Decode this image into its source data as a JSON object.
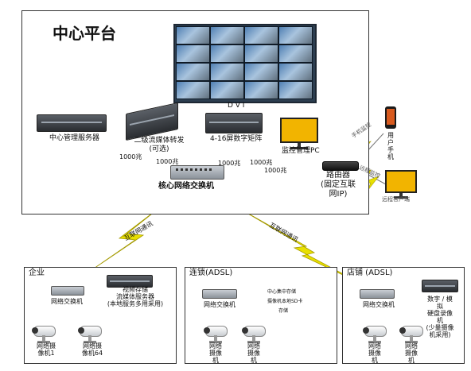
{
  "center": {
    "title": "中心平台",
    "dvi_label": "D V I",
    "devices": {
      "mgmt_server": "中心管理服务器",
      "media_server_line1": "二级流媒体转发",
      "media_server_line2": "(可选)",
      "matrix": "4-16屏数字矩阵",
      "monitor_pc": "监控管理PC",
      "core_switch": "核心网络交换机",
      "router_line1": "路由器",
      "router_line2": "(固定互联",
      "router_line3": "网IP)"
    },
    "links": {
      "l1": "1000兆",
      "l2": "1000兆",
      "l3": "1000兆",
      "l4": "1000兆",
      "l5": "1000兆"
    }
  },
  "remote": {
    "phone_link": "手机监控",
    "phone_label_1": "用",
    "phone_label_2": "户",
    "phone_label_3": "手",
    "phone_label_4": "机",
    "web_link": "远程监控",
    "web_client": "远程客户端"
  },
  "wan": {
    "left_link": "互联网通讯",
    "right_link": "互联网通讯"
  },
  "enterprise": {
    "title": "企业",
    "switch": "网络交换机",
    "storage_1": "视频存储",
    "storage_2": "流媒体服务器",
    "storage_3": "(本地服务多用采用)",
    "cam1_1": "网络摄",
    "cam1_2": "像机1",
    "cam2_1": "网络摄",
    "cam2_2": "像机64"
  },
  "chain": {
    "title": "连锁(ADSL)",
    "switch": "网络交换机",
    "storage_1": "中心集中存储",
    "storage_2": "摄像机本地SD卡",
    "storage_3": "存储",
    "cam1_1": "网络",
    "cam1_2": "摄像",
    "cam1_3": "机",
    "cam2_1": "网络",
    "cam2_2": "摄像",
    "cam2_3": "机"
  },
  "shop": {
    "title": "店铺 (ADSL)",
    "switch": "网络交换机",
    "dvr_1": "数字 / 模",
    "dvr_2": "拟",
    "dvr_3": "硬盘录像",
    "dvr_4": "机",
    "dvr_5": "(少量摄像",
    "dvr_6": "机采用)",
    "cam1_1": "网络",
    "cam1_2": "摄像",
    "cam1_3": "机",
    "cam2_1": "网络",
    "cam2_2": "摄像",
    "cam2_3": "机"
  },
  "colors": {
    "lightning": "#e8e000",
    "lightning_stroke": "#a59a00",
    "monitor_screen": "#f2b400",
    "phone_screen": "#d85a1e"
  }
}
